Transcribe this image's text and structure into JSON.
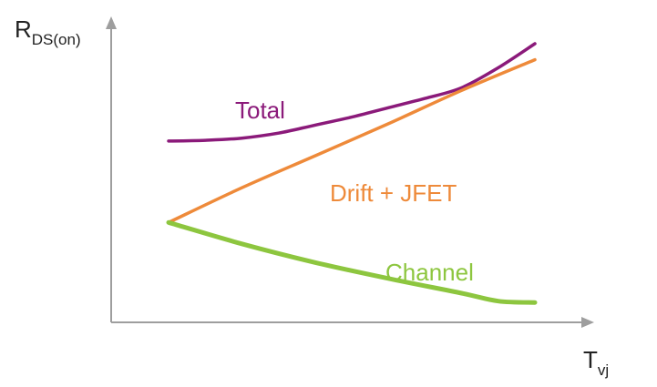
{
  "chart_data": {
    "type": "line",
    "title": "",
    "xlabel": {
      "main": "T",
      "sub": "vj"
    },
    "ylabel": {
      "main": "R",
      "sub": "DS(on)"
    },
    "ticks": "none",
    "grid": false,
    "legend": "inline labels next to each curve",
    "xlim": [
      0,
      100
    ],
    "ylim": [
      0,
      100
    ],
    "series": [
      {
        "name": "Total",
        "color": "#8b1a7a",
        "x": [
          0,
          10,
          20,
          30,
          40,
          50,
          60,
          70,
          80,
          90,
          100
        ],
        "y": [
          63.5,
          63.8,
          64.6,
          66.5,
          69.5,
          72.5,
          76,
          79.5,
          83.5,
          91,
          100
        ]
      },
      {
        "name": "Drift + JFET",
        "color": "#ee8a3a",
        "x": [
          0,
          20,
          40,
          60,
          80,
          100
        ],
        "y": [
          33,
          46,
          58,
          70,
          82.5,
          94
        ]
      },
      {
        "name": "Channel",
        "color": "#8dc63f",
        "x": [
          0,
          20,
          40,
          60,
          80,
          90,
          100
        ],
        "y": [
          33,
          25,
          18,
          12,
          6.5,
          3.5,
          3
        ]
      }
    ]
  }
}
